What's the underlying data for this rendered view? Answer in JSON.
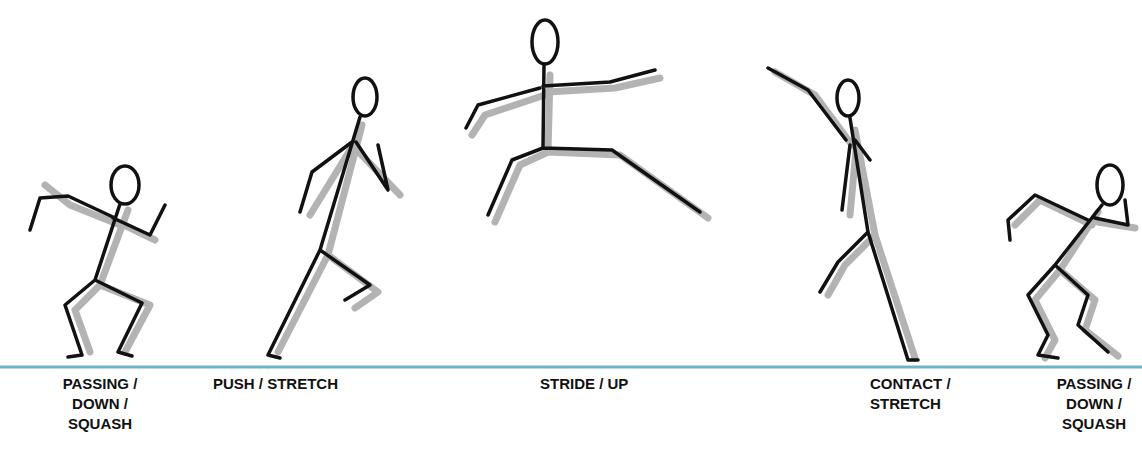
{
  "diagram": {
    "labels": [
      "PASSING / DOWN / SQUASH",
      "PUSH / STRETCH",
      "STRIDE / UP",
      "CONTACT / STRETCH",
      "PASSING / DOWN / SQUASH"
    ]
  }
}
